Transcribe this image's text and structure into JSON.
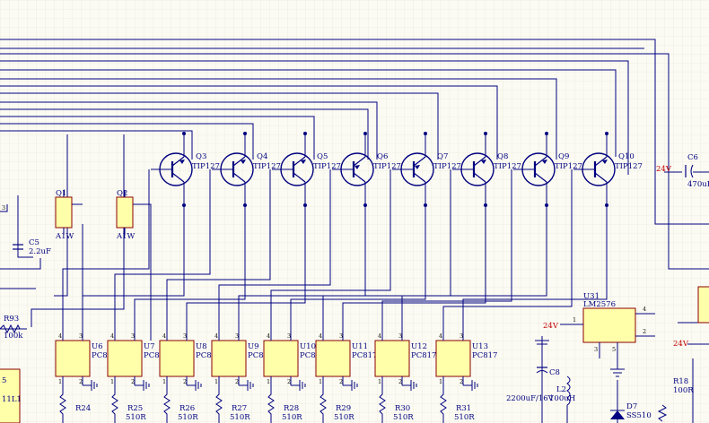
{
  "transistors": [
    {
      "ref": "Q3",
      "value": "TIP127",
      "dir": "out"
    },
    {
      "ref": "Q4",
      "value": "TIP127",
      "dir": "out"
    },
    {
      "ref": "Q5",
      "value": "TIP127",
      "dir": "out"
    },
    {
      "ref": "Q6",
      "value": "TIP127",
      "dir": "in"
    },
    {
      "ref": "Q7",
      "value": "TIP127",
      "dir": "in"
    },
    {
      "ref": "Q8",
      "value": "TIP127",
      "dir": "out"
    },
    {
      "ref": "Q9",
      "value": "TIP127",
      "dir": "out"
    },
    {
      "ref": "Q10",
      "value": "TIP127",
      "dir": "out"
    }
  ],
  "opto": [
    {
      "ref": "U6",
      "value": "PC817"
    },
    {
      "ref": "U7",
      "value": "PC817"
    },
    {
      "ref": "U8",
      "value": "PC817"
    },
    {
      "ref": "U9",
      "value": "PC817"
    },
    {
      "ref": "U10",
      "value": "PC817"
    },
    {
      "ref": "U11",
      "value": "PC817"
    },
    {
      "ref": "U12",
      "value": "PC817"
    },
    {
      "ref": "U13",
      "value": "PC817"
    }
  ],
  "resistors": [
    {
      "ref": "R24",
      "value": ""
    },
    {
      "ref": "R25",
      "value": "510R"
    },
    {
      "ref": "R26",
      "value": "510R"
    },
    {
      "ref": "R27",
      "value": "510R"
    },
    {
      "ref": "R28",
      "value": "510R"
    },
    {
      "ref": "R29",
      "value": "510R"
    },
    {
      "ref": "R30",
      "value": "510R"
    },
    {
      "ref": "R31",
      "value": "510R"
    }
  ],
  "small_parts": {
    "q1": {
      "ref": "Q1",
      "value": "A1W"
    },
    "q2": {
      "ref": "Q2",
      "value": "A1W"
    },
    "c5": {
      "ref": "C5",
      "value": "2.2uF"
    },
    "r93": {
      "ref": "R93",
      "value": "100k"
    },
    "partial_ref": "5",
    "partial_value": "11L1",
    "pin3": "3"
  },
  "regulator": {
    "ref": "U31",
    "value": "LM2576",
    "pin1": "1",
    "pin2": "2",
    "pin3": "3",
    "pin4": "4",
    "pin5": "5"
  },
  "power_parts": {
    "c6": {
      "ref": "C6",
      "value": "470uF/"
    },
    "c8": {
      "ref": "C8",
      "value": "2200uF/16V"
    },
    "l2": {
      "ref": "L2",
      "value": "100uH"
    },
    "d7": {
      "ref": "D7",
      "value": "SS510"
    },
    "r18": {
      "ref": "R18",
      "value": "100R"
    }
  },
  "nets": {
    "n24v_a": "24V",
    "n24v_b": "24V",
    "n24v_c": "24V"
  },
  "colors": {
    "wire": "#000080",
    "body_fill": "#ffffaa",
    "body_stroke": "#8b0000",
    "net_label": "#c00000",
    "grid": "#e4e4d4"
  }
}
